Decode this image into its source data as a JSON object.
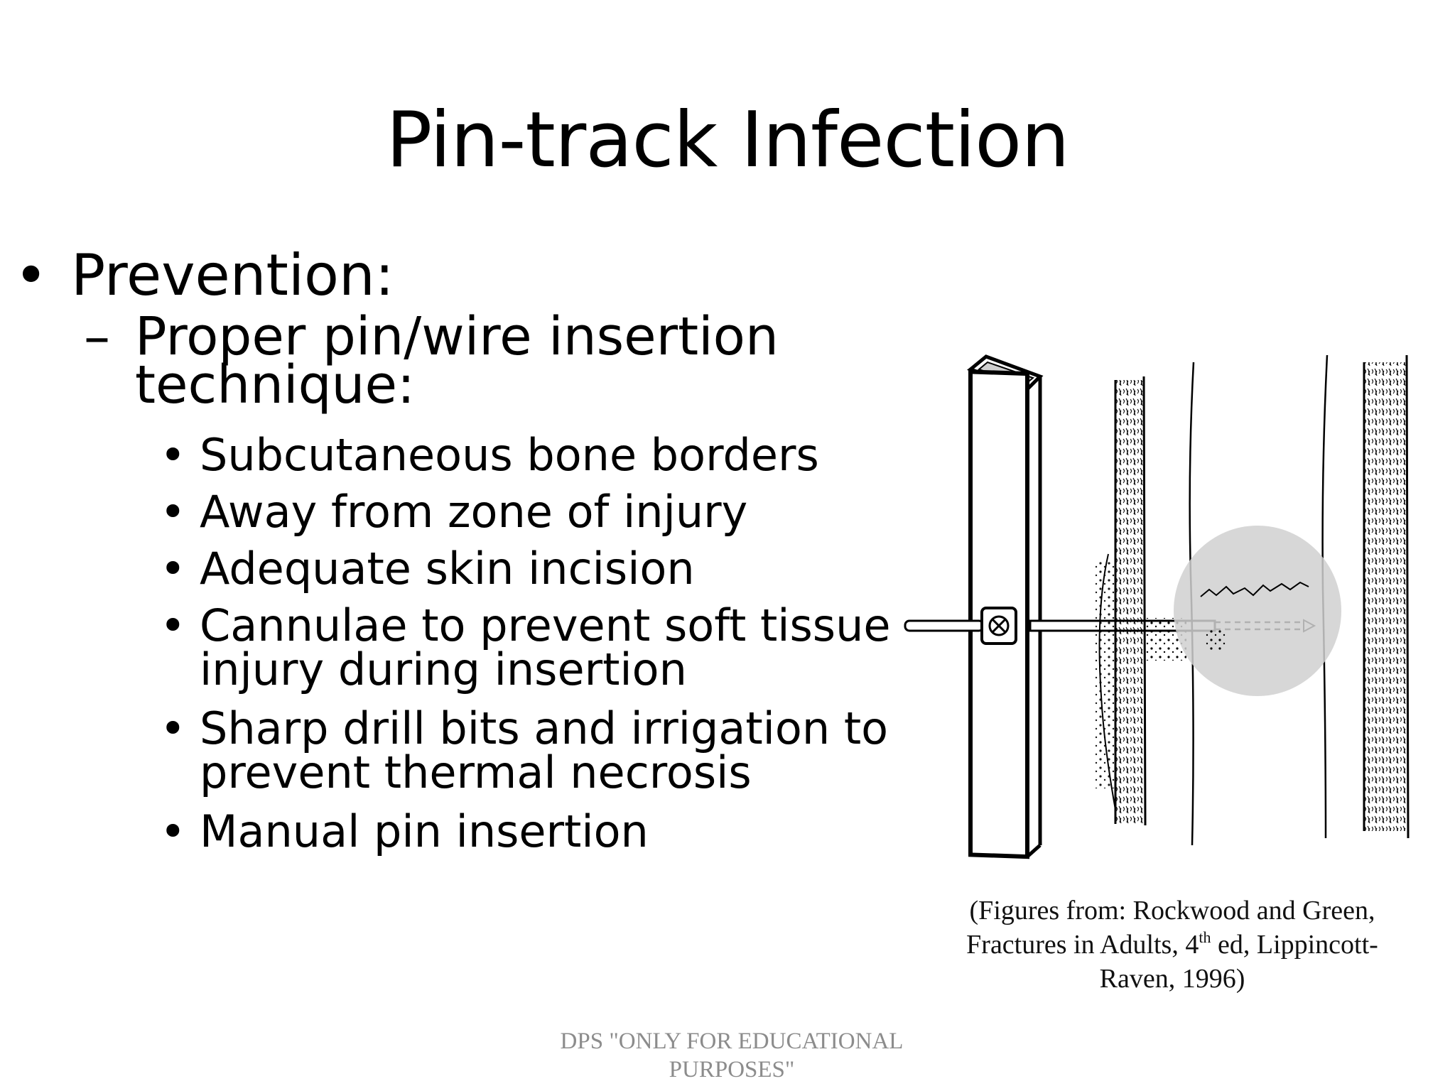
{
  "slide": {
    "title": "Pin-track Infection",
    "level1": {
      "bullet": "•",
      "text": "Prevention:"
    },
    "level2": {
      "dash": "–",
      "text": "Proper pin/wire insertion technique:"
    },
    "level3": [
      {
        "bullet": "•",
        "text": "Subcutaneous bone borders"
      },
      {
        "bullet": "•",
        "text": "Away from zone of injury"
      },
      {
        "bullet": "•",
        "text": "Adequate skin incision"
      },
      {
        "bullet": "•",
        "text": "Cannulae to prevent soft tissue injury during insertion"
      },
      {
        "bullet": "•",
        "text": "Sharp drill bits and irrigation to prevent thermal necrosis"
      },
      {
        "bullet": "•",
        "text": "Manual pin insertion"
      }
    ],
    "caption": {
      "before": "(Figures from: Rockwood and Green, Fractures in Adults, 4",
      "sup": "th",
      "after": " ed, Lippincott-Raven, 1996)"
    },
    "watermark": "DPS \"ONLY FOR EDUCATIONAL PURPOSES\""
  }
}
